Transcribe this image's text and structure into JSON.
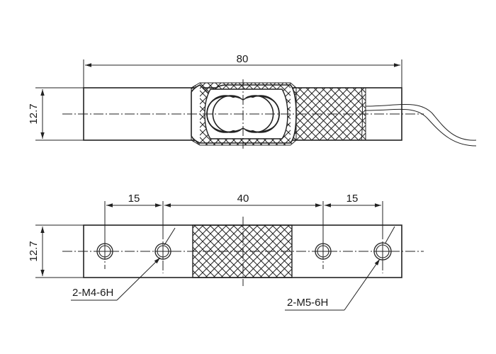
{
  "top_view": {
    "length_label": "80",
    "height_label": "12.7"
  },
  "bottom_view": {
    "left_spacing_label": "15",
    "middle_span_label": "40",
    "right_spacing_label": "15",
    "height_label": "12.7",
    "left_thread_callout": "2-M4-6H",
    "right_thread_callout": "2-M5-6H"
  }
}
